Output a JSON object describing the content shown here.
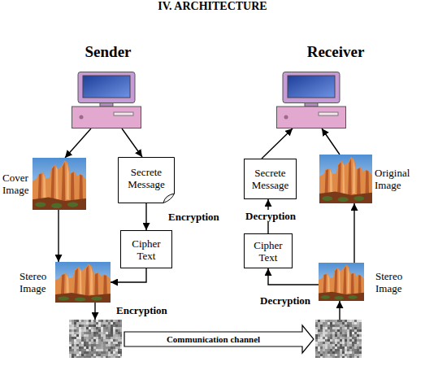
{
  "diagram": {
    "title": "IV. ARCHITECTURE",
    "nodes": [
      {
        "text": [
          "Sender"
        ]
      },
      {
        "text": [
          "Receiver"
        ]
      },
      {
        "text": [
          "Cover Image"
        ]
      },
      {
        "text": [
          "Secrete Message"
        ]
      },
      {
        "text": [
          "Secrete Message"
        ]
      },
      {
        "text": [
          "Original Image"
        ]
      },
      {
        "text": [
          "Cipher Text"
        ]
      },
      {
        "text": [
          "Cipher Text"
        ]
      },
      {
        "text": [
          "Stereo Image"
        ]
      },
      {
        "text": [
          "Stereo Image"
        ]
      },
      {
        "text": [
          "Communication channel"
        ]
      }
    ],
    "edges": [
      {
        "from": 0,
        "to": 2,
        "arrow": "to"
      },
      {
        "from": 0,
        "to": 3,
        "arrow": "to"
      },
      {
        "from": 3,
        "to": 6,
        "label": "Encryption",
        "arrow": "to"
      },
      {
        "from": 2,
        "to": 8,
        "arrow": "to"
      },
      {
        "from": 6,
        "to": 8,
        "arrow": "to"
      },
      {
        "from": 8,
        "to": 10,
        "label": "Encryption",
        "arrow": "to"
      },
      {
        "from": 10,
        "to": 9,
        "label": "Decryption",
        "arrow": "to"
      },
      {
        "from": 9,
        "to": 7,
        "arrow": "to"
      },
      {
        "from": 9,
        "to": 5,
        "arrow": "to"
      },
      {
        "from": 7,
        "to": 4,
        "label": "Decryption",
        "arrow": "to"
      },
      {
        "from": 4,
        "to": 1,
        "arrow": "to"
      },
      {
        "from": 5,
        "to": 1,
        "arrow": "to"
      }
    ]
  }
}
